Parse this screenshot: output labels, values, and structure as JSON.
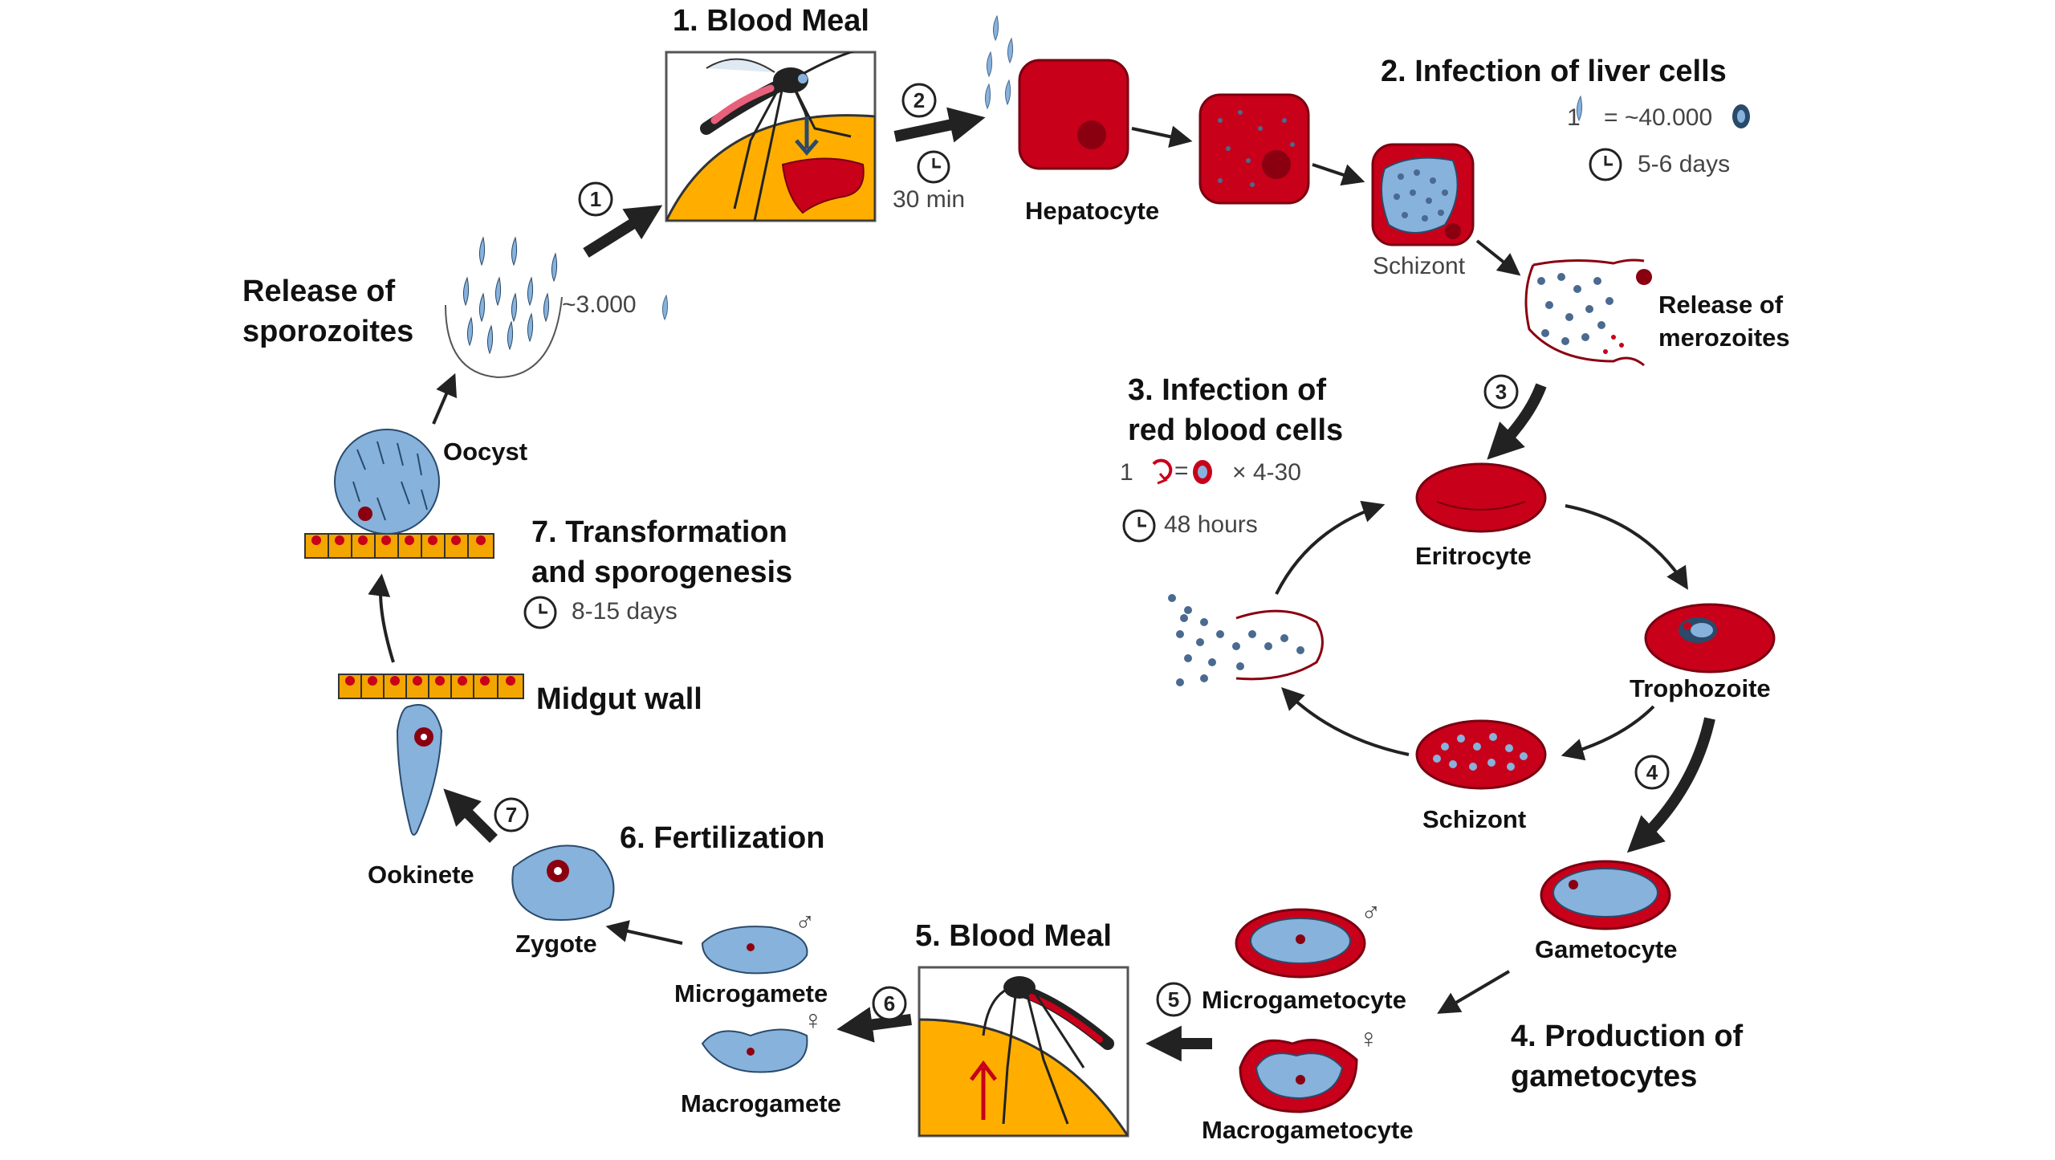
{
  "steps": {
    "blood_meal_1": "1. Blood Meal",
    "infection_liver": "2. Infection of liver cells",
    "infection_rbc_1": "3. Infection of",
    "infection_rbc_2": "red blood cells",
    "production_1": "4. Production of",
    "production_2": "gametocytes",
    "blood_meal_5": "5. Blood Meal",
    "fertilization": "6. Fertilization",
    "transformation_1": "7. Transformation",
    "transformation_2": "and sporogenesis"
  },
  "labels": {
    "hepatocyte": "Hepatocyte",
    "schizont_liver": "Schizont",
    "release_merozoites_1": "Release of",
    "release_merozoites_2": "merozoites",
    "eritrocyte": "Eritrocyte",
    "trophozoite": "Trophozoite",
    "schizont_blood": "Schizont",
    "gametocyte": "Gametocyte",
    "microgametocyte": "Microgametocyte",
    "macrogametocyte": "Macrogametocyte",
    "microgamete": "Microgamete",
    "macrogamete": "Macrogamete",
    "zygote": "Zygote",
    "ookinete": "Ookinete",
    "midgut_wall": "Midgut wall",
    "oocyst": "Oocyst",
    "release_sporozoites_1": "Release of",
    "release_sporozoites_2": "sporozoites"
  },
  "timings": {
    "liver_entry": "30 min",
    "liver_stage": "5-6 days",
    "blood_cycle": "48 hours",
    "sporogenesis": "8-15 days"
  },
  "counts": {
    "liver_prefix": "1",
    "liver_yield": "= ~40.000",
    "rbc_prefix": "1",
    "rbc_equals": "=",
    "rbc_multiplier": "× 4-30",
    "sporozoites": "~3.000"
  },
  "step_numbers": [
    "1",
    "2",
    "3",
    "4",
    "5",
    "6",
    "7"
  ],
  "sex_symbols": {
    "male": "♂",
    "female": "♀"
  },
  "icons": {
    "clock": "clock-icon",
    "mosquito": "mosquito-icon",
    "liver": "liver-icon",
    "cycle": "cycle-icon"
  },
  "colors": {
    "blood_red": "#c8001a",
    "dark_red": "#8a0010",
    "parasite_blue": "#86b2dc",
    "parasite_dot": "#4a6a90",
    "skin_orange": "#ffae00",
    "midgut_yellow": "#f3a500",
    "arrow": "#222222"
  }
}
